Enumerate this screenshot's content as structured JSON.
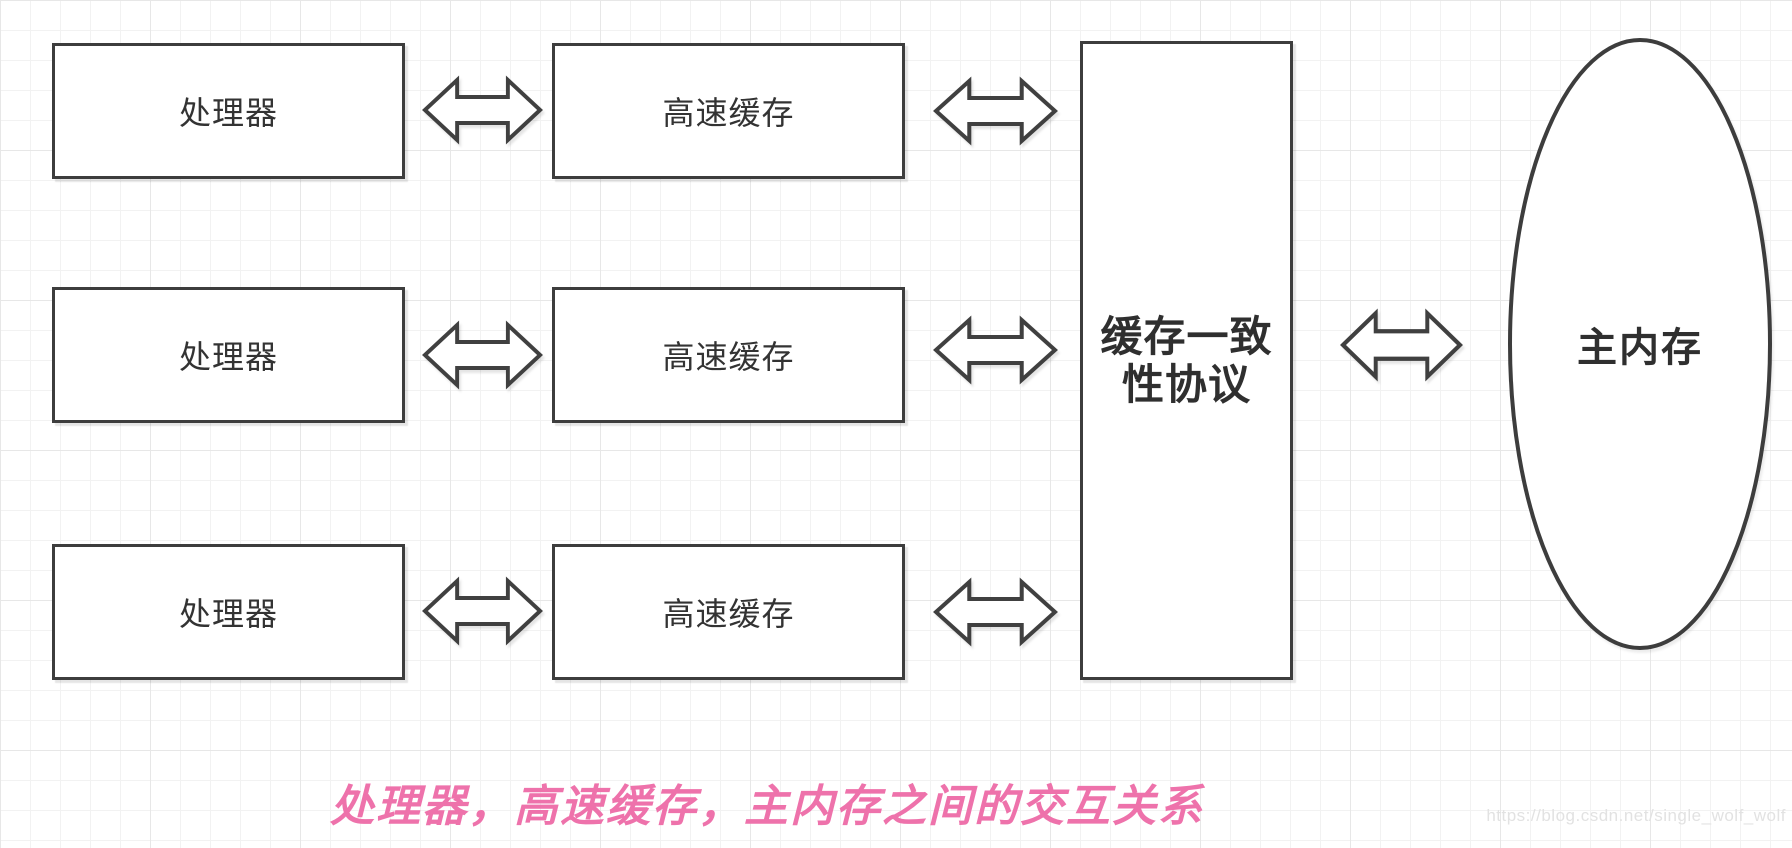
{
  "diagram": {
    "rows": [
      {
        "processor": "处理器",
        "cache": "高速缓存"
      },
      {
        "processor": "处理器",
        "cache": "高速缓存"
      },
      {
        "processor": "处理器",
        "cache": "高速缓存"
      }
    ],
    "coherence": {
      "lines": [
        "缓存一致",
        "性协议"
      ]
    },
    "memory": {
      "label": "主内存"
    },
    "caption": "处理器，高速缓存，主内存之间的交互关系",
    "watermark": "https://blog.csdn.net/single_wolf_wolf",
    "colors": {
      "shape_border": "#3d3d3d",
      "shape_fill": "#ffffff",
      "label_text": "#333333",
      "caption_pink": "#ee72ab",
      "watermark_gray": "#e2e2e2",
      "grid_minor": "#f2f2f2",
      "grid_major": "#e7e7e7"
    }
  }
}
